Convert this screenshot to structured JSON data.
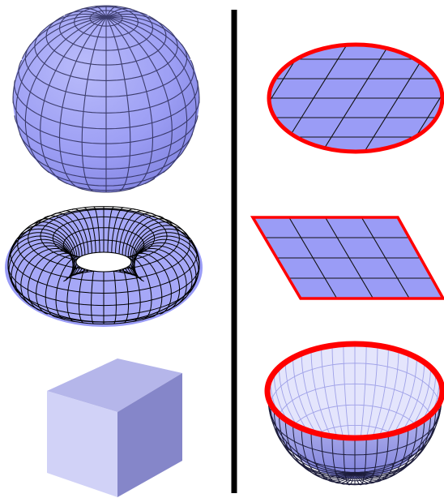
{
  "figure": {
    "left_column": [
      "sphere",
      "torus",
      "cube"
    ],
    "right_column": [
      "ellipse-disk",
      "parallelogram",
      "hemisphere"
    ]
  },
  "colors": {
    "fill": "#9a9cf6",
    "grid": "#1c1c3a",
    "boundary": "#ff0000",
    "divider": "#000000",
    "cube_front": "#d1d2f7",
    "cube_top": "#b5b6ea",
    "cube_side": "#8586c9"
  }
}
